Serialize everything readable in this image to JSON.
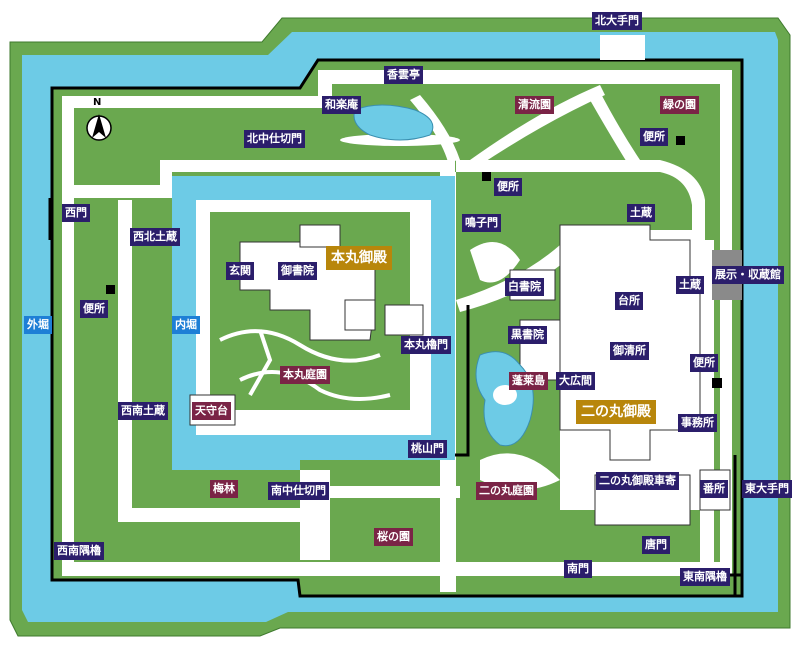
{
  "map": {
    "north": "N",
    "colors": {
      "moat": "#6dcbe6",
      "lawn": "#6aa84f",
      "path": "#ffffff",
      "wall": "#000000",
      "building": "#ffffff",
      "label_building": "#2b1e6b",
      "label_garden": "#7a2446",
      "label_water": "#1e7fd6",
      "label_palace": "#b8860b"
    },
    "labels": {
      "kita_otemon": "北大手門",
      "koun_tei": "香雲亭",
      "waraku_an": "和楽庵",
      "seiryu_en": "清流園",
      "midori_no_sono": "緑の園",
      "benjo_ne": "便所",
      "kita_naka_shikirimon": "北中仕切門",
      "benjo_n": "便所",
      "nishi_mon": "西門",
      "hokusei_dozo": "西北土蔵",
      "dozo_e": "土蔵",
      "meikomon": "鳴子門",
      "genkan": "玄関",
      "goshoin": "御書院",
      "honmaru_goten": "本丸御殿",
      "tenji_shuzokan": "展示・収蔵館",
      "shiro_shoin": "白書院",
      "dozo_e2": "土蔵",
      "benjo_w": "便所",
      "daidokoro": "台所",
      "sotobori": "外堀",
      "uchibori": "内堀",
      "kuro_shoin": "黒書院",
      "honmaru_yagura_mon": "本丸櫓門",
      "oseisho": "御清所",
      "benjo_e": "便所",
      "honmaru_teien": "本丸庭園",
      "horai_jima": "蓬莱島",
      "ohiroma": "大広間",
      "nansei_dozo": "西南土蔵",
      "tenshudai": "天守台",
      "ninomaru_goten": "二の丸御殿",
      "jimusho": "事務所",
      "momoyama_mon": "桃山門",
      "ninomaru_kuruma_yose": "二の丸御殿車寄",
      "baibayashi": "梅林",
      "minami_naka_shikirimon": "南中仕切門",
      "ninomaru_teien": "二の丸庭園",
      "banjo": "番所",
      "higashi_otemon": "東大手門",
      "karamon": "唐門",
      "sakura_no_sono": "桜の園",
      "nansei_sumi_yagura": "西南隅櫓",
      "minami_mon": "南門",
      "tonan_sumi_yagura": "東南隅櫓"
    }
  }
}
